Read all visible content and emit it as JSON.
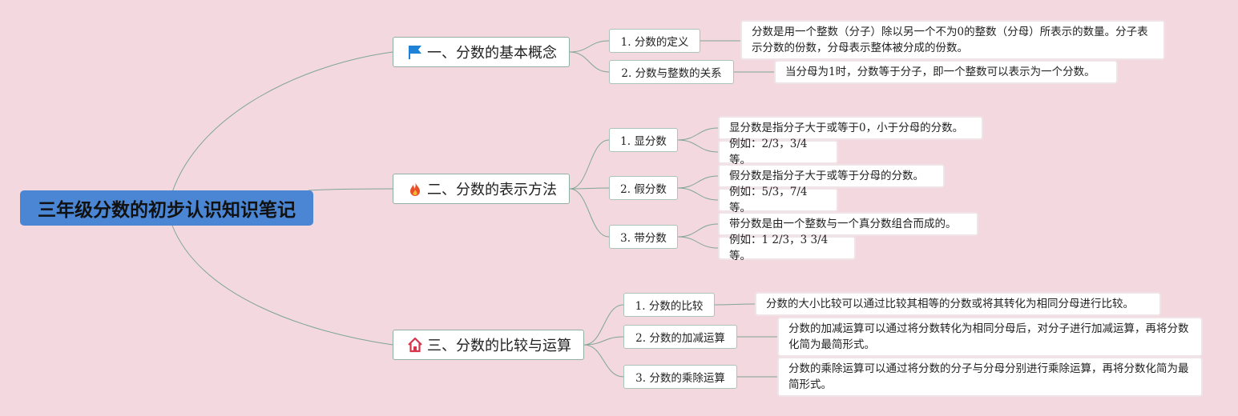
{
  "root": {
    "label": "三年级分数的初步认识知识笔记"
  },
  "branches": [
    {
      "label": "一、分数的基本概念",
      "icon": "flag-icon",
      "icon_color": "#1f82d6",
      "children": [
        {
          "label": "1. 分数的定义",
          "notes": [
            "分数是用一个整数（分子）除以另一个不为0的整数（分母）所表示的数量。分子表示分数的份数，分母表示整体被分成的份数。"
          ]
        },
        {
          "label": "2. 分数与整数的关系",
          "notes": [
            "当分母为1时，分数等于分子，即一个整数可以表示为一个分数。"
          ]
        }
      ]
    },
    {
      "label": "二、分数的表示方法",
      "icon": "fire-icon",
      "icon_color": "#e8502a",
      "children": [
        {
          "label": "1. 显分数",
          "notes": [
            "显分数是指分子大于或等于0，小于分母的分数。",
            "例如：2/3，3/4等。"
          ]
        },
        {
          "label": "2. 假分数",
          "notes": [
            "假分数是指分子大于或等于分母的分数。",
            "例如：5/3，7/4等。"
          ]
        },
        {
          "label": "3. 带分数",
          "notes": [
            "带分数是由一个整数与一个真分数组合而成的。",
            "例如：1 2/3，3 3/4等。"
          ]
        }
      ]
    },
    {
      "label": "三、分数的比较与运算",
      "icon": "home-icon",
      "icon_color": "#d8344a",
      "children": [
        {
          "label": "1. 分数的比较",
          "notes": [
            "分数的大小比较可以通过比较其相等的分数或将其转化为相同分母进行比较。"
          ]
        },
        {
          "label": "2. 分数的加减运算",
          "notes": [
            "分数的加减运算可以通过将分数转化为相同分母后，对分子进行加减运算，再将分数化简为最简形式。"
          ]
        },
        {
          "label": "3. 分数的乘除运算",
          "notes": [
            "分数的乘除运算可以通过将分数的分子与分母分别进行乘除运算，再将分数化简为最简形式。"
          ]
        }
      ]
    }
  ]
}
